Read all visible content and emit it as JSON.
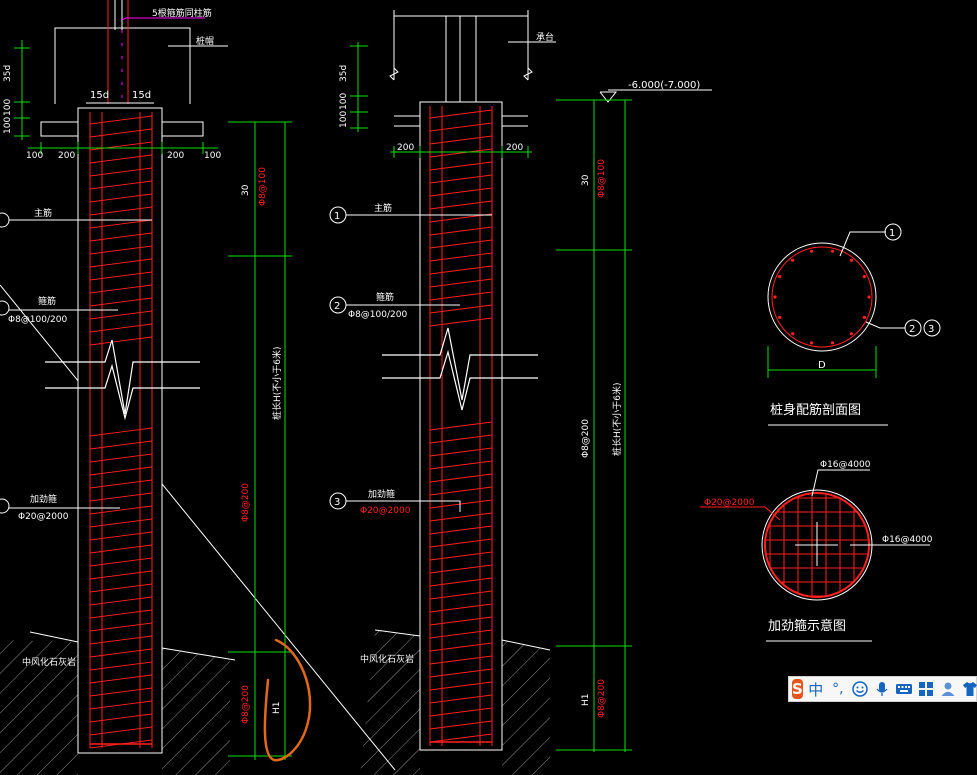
{
  "left_pile": {
    "top_label": "5根箍筋同柱筋",
    "cap_label": "桩帽",
    "left_dim": "15d",
    "right_dim": "15d",
    "vdims": [
      "35d",
      "100",
      "100"
    ],
    "hdims": [
      "100",
      "200",
      "200",
      "100"
    ],
    "main_bar_label": "主筋",
    "stirrup_label": "箍筋",
    "stirrup_spec": "Φ8@100/200",
    "stiffener_label": "加劲箍",
    "stiffener_spec": "Φ20@2000",
    "rock_label": "中风化石灰岩",
    "seg_top": "30",
    "spacing_top": "Φ8@100",
    "pile_length": "桩长H(不小于6米)",
    "spacing_mid": "Φ8@200",
    "spacing_bottom": "Φ8@200",
    "seg_bottom": "H1"
  },
  "right_pile": {
    "cap_label": "承台",
    "vdims": [
      "35d",
      "100",
      "100"
    ],
    "hdims": [
      "200",
      "200"
    ],
    "elevation": "-6.000(-7.000)",
    "main_bar_label": "主筋",
    "stirrup_label": "箍筋",
    "stirrup_spec": "Φ8@100/200",
    "stiffener_label": "加劲箍",
    "stiffener_spec": "Φ20@2000",
    "rock_label": "中风化石灰岩",
    "seg_top": "30",
    "spacing_top": "Φ8@100",
    "pile_length": "桩长H(不小于6米)",
    "spacing_mid": "Φ8@200",
    "spacing_bottom": "Φ8@200",
    "seg_bottom": "H1",
    "callouts": [
      "1",
      "2",
      "3"
    ]
  },
  "section": {
    "title": "桩身配筋剖面图",
    "diameter_label": "D",
    "callout_1": "1",
    "callout_2": "2",
    "callout_3": "3"
  },
  "stiffener_diagram": {
    "title": "加劲箍示意图",
    "ring_spec": "Φ20@2000",
    "bar_spec_top": "Φ16@4000",
    "bar_spec_right": "Φ16@4000"
  },
  "ime_toolbar": {
    "logo": "S",
    "lang": "中",
    "punct": "°,",
    "icons": [
      "smile-icon",
      "microphone-icon",
      "keyboard-icon",
      "grid-icon",
      "user-icon",
      "shirt-icon"
    ]
  },
  "colors": {
    "background": "#000000",
    "outline": "#ffffff",
    "rebar": "#ff2020",
    "dimension": "#00e000",
    "annotation": "#ffffff",
    "leader": "#ff00ff",
    "highlight": "#e06a1a"
  }
}
